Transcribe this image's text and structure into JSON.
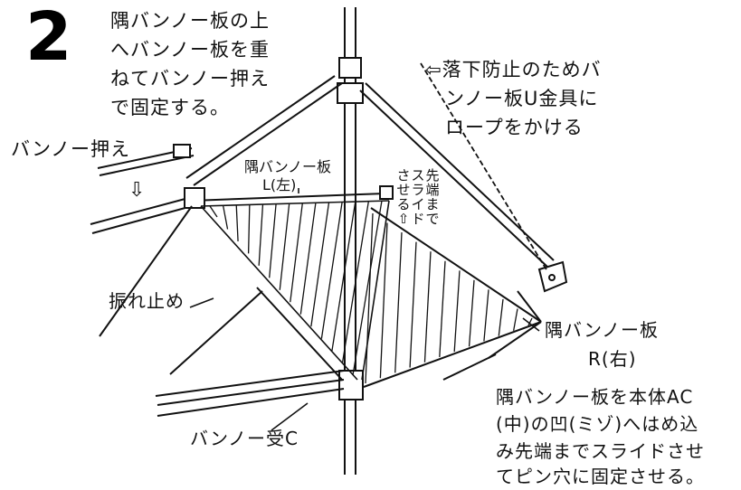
{
  "step_number": "2",
  "instruction_top": [
    "隅バンノー板の上",
    "へバンノー板を重",
    "ねてバンノー押え",
    "で固定する。"
  ],
  "rope_note": [
    "⇦落下防止のためバ",
    "ンノー板U金具に",
    "ロープをかける"
  ],
  "labels": {
    "bannou_osae": "バンノー押え",
    "sumi_L_line1": "隅バンノー板",
    "sumi_L_line2": "L(左)",
    "slide_col1": "先端まで",
    "slide_col2": "スライド",
    "slide_col3": "させる⇧",
    "fureyome": "振れ止め",
    "sumi_R_line1": "隅バンノー板",
    "sumi_R_line2": "R(右)",
    "bannou_uke": "バンノー受C"
  },
  "instruction_bottom": [
    "隅バンノー板を本体AC",
    "(中)の凹(ミゾ)へはめ込",
    "み先端までスライドさせ",
    "てピン穴に固定させる。"
  ],
  "arrow_down_glyph": "⇩"
}
